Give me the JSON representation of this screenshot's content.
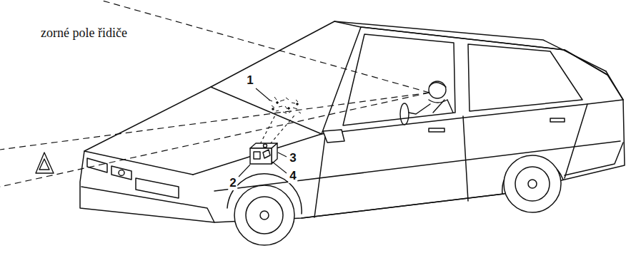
{
  "diagram": {
    "labels": [
      "zorné pole řidiče",
      "1",
      "2",
      "3",
      "4"
    ]
  }
}
